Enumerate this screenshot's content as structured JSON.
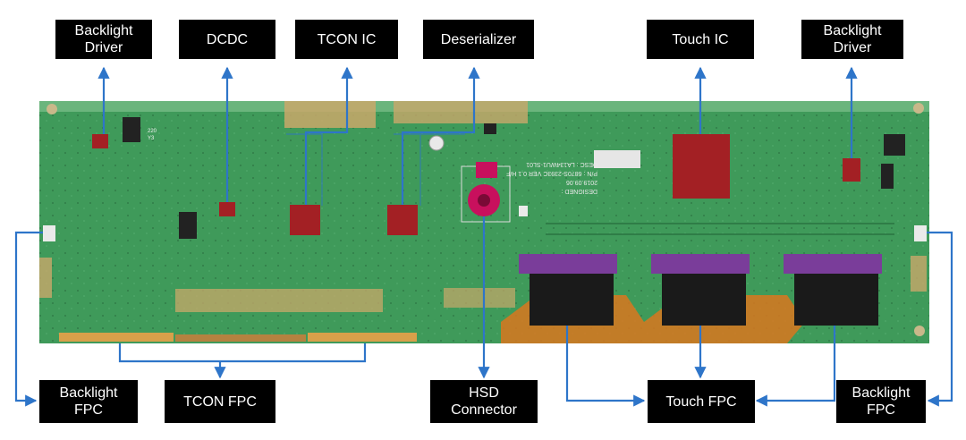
{
  "labels": {
    "backlight_driver_left": [
      "Backlight",
      "Driver"
    ],
    "dcdc": "DCDC",
    "tcon_ic": "TCON IC",
    "deserializer": "Deserializer",
    "touch_ic": "Touch IC",
    "backlight_driver_right": [
      "Backlight",
      "Driver"
    ],
    "backlight_fpc_left": [
      "Backlight",
      "FPC"
    ],
    "tcon_fpc": "TCON FPC",
    "hsd_connector": [
      "HSD",
      "Connector"
    ],
    "touch_fpc": "Touch FPC",
    "backlight_fpc_right": [
      "Backlight",
      "FPC"
    ]
  },
  "board_text": {
    "model": "DESC : LA134WU1-SL01",
    "part_number": "P/N : 6870S-2393C VER 0.1 H/F",
    "date": "2019.09.06",
    "designed": "DESIGNED :",
    "ic_marks": [
      "220",
      "Y3"
    ]
  },
  "colors": {
    "label_bg": "#000000",
    "label_text": "#ffffff",
    "arrow": "#2e75c9",
    "pcb": "#3f9a5a",
    "pcb_dark": "#2f7d47",
    "ic_red": "#a32024",
    "connector_magenta": "#c8105d",
    "fpc_purple": "#7a3d9a",
    "fpc_orange": "#d9771e"
  }
}
